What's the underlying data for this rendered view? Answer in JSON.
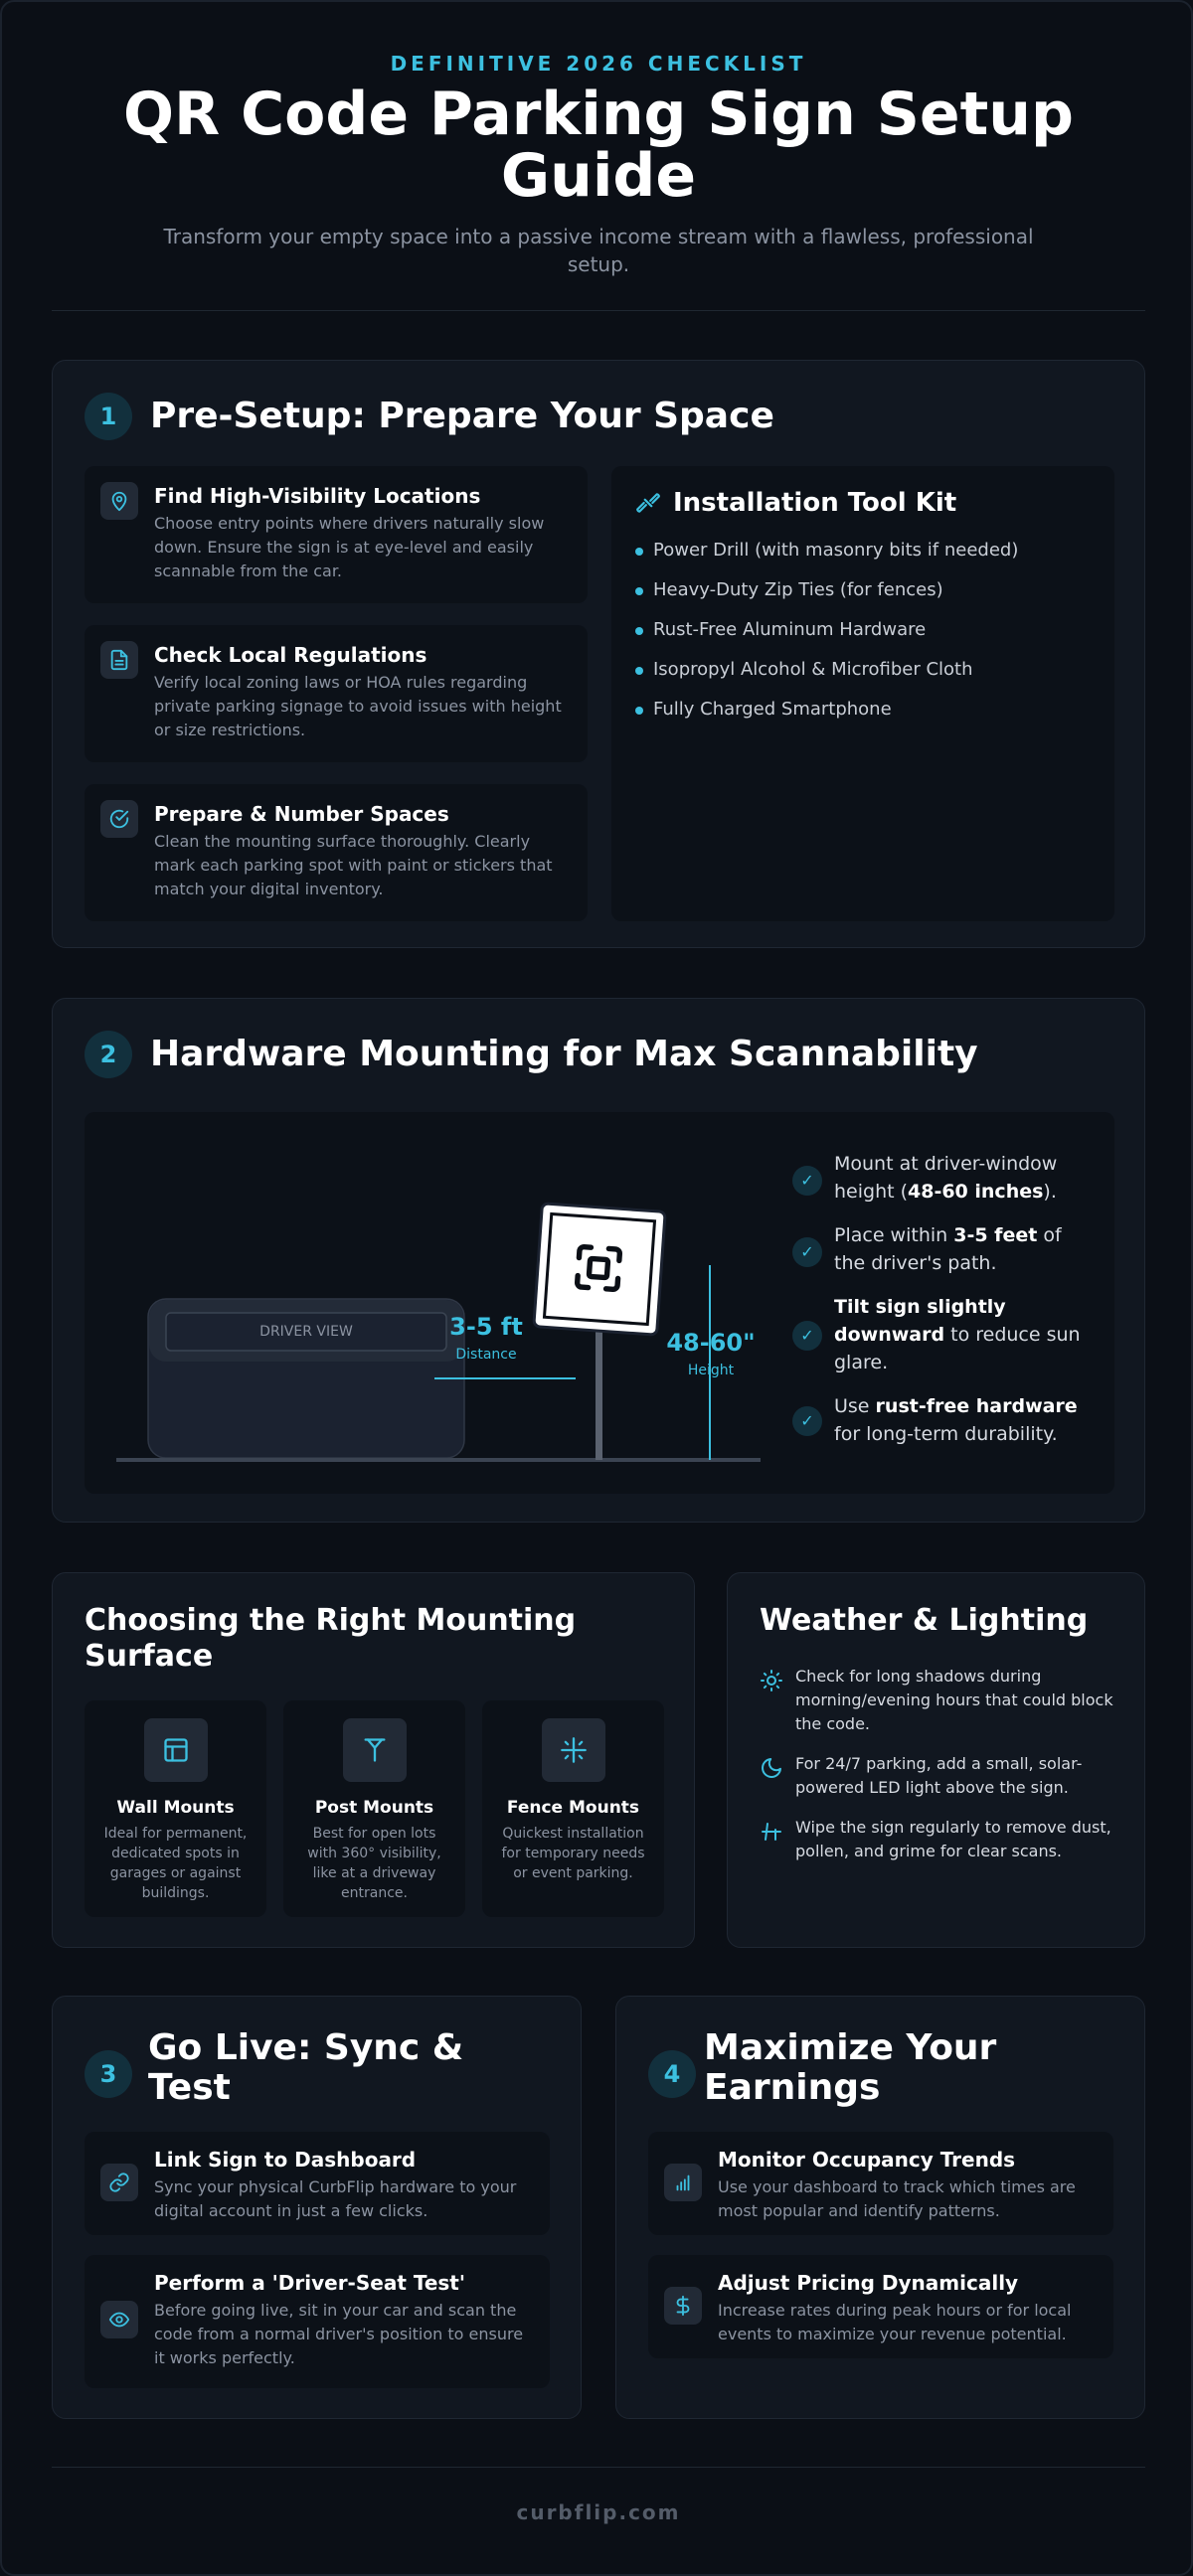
{
  "header": {
    "eyebrow": "DEFINITIVE 2026 CHECKLIST",
    "title": "QR Code Parking Sign Setup Guide",
    "subtitle": "Transform your empty space into a passive income stream with a flawless, professional setup."
  },
  "section1": {
    "number": "1",
    "title": "Pre-Setup: Prepare Your Space",
    "items": [
      {
        "icon": "map-pin-icon",
        "title": "Find High-Visibility Locations",
        "desc": "Choose entry points where drivers naturally slow down. Ensure the sign is at eye-level and easily scannable from the car."
      },
      {
        "icon": "document-icon",
        "title": "Check Local Regulations",
        "desc": "Verify local zoning laws or HOA rules regarding private parking signage to avoid issues with height or size restrictions."
      },
      {
        "icon": "check-circle-icon",
        "title": "Prepare & Number Spaces",
        "desc": "Clean the mounting surface thoroughly. Clearly mark each parking spot with paint or stickers that match your digital inventory."
      }
    ],
    "toolkit": {
      "icon": "tools-icon",
      "title": "Installation Tool Kit",
      "items": [
        "Power Drill (with masonry bits if needed)",
        "Heavy-Duty Zip Ties (for fences)",
        "Rust-Free Aluminum Hardware",
        "Isopropyl Alcohol & Microfiber Cloth",
        "Fully Charged Smartphone"
      ]
    }
  },
  "section2": {
    "number": "2",
    "title": "Hardware Mounting for Max Scannability",
    "diagram": {
      "driver_view": "DRIVER VIEW",
      "distance_value": "3-5 ft",
      "distance_label": "Distance",
      "height_value": "48-60\"",
      "height_label": "Height"
    },
    "tips": [
      {
        "pre": "Mount at driver-window height (",
        "bold": "48-60 inches",
        "post": ")."
      },
      {
        "pre": "Place within ",
        "bold": "3-5 feet",
        "post": " of the driver's path."
      },
      {
        "pre": "",
        "bold": "Tilt sign slightly downward",
        "post": " to reduce sun glare."
      },
      {
        "pre": "Use ",
        "bold": "rust-free hardware",
        "post": " for long-term durability."
      }
    ],
    "check_glyph": "✓"
  },
  "surface": {
    "title": "Choosing the Right Mounting Surface",
    "mounts": [
      {
        "icon": "wall-icon",
        "title": "Wall Mounts",
        "desc": "Ideal for permanent, dedicated spots in garages or against buildings."
      },
      {
        "icon": "post-icon",
        "title": "Post Mounts",
        "desc": "Best for open lots with 360° visibility, like at a driveway entrance."
      },
      {
        "icon": "fence-icon",
        "title": "Fence Mounts",
        "desc": "Quickest installation for temporary needs or event parking."
      }
    ]
  },
  "weather": {
    "title": "Weather & Lighting",
    "items": [
      {
        "icon": "sun-icon",
        "text": "Check for long shadows during morning/evening hours that could block the code."
      },
      {
        "icon": "moon-icon",
        "text": "For 24/7 parking, add a small, solar-powered LED light above the sign."
      },
      {
        "icon": "wipe-icon",
        "text": "Wipe the sign regularly to remove dust, pollen, and grime for clear scans."
      }
    ]
  },
  "section3": {
    "number": "3",
    "title": "Go Live: Sync & Test",
    "items": [
      {
        "icon": "link-icon",
        "title": "Link Sign to Dashboard",
        "desc": "Sync your physical CurbFlip hardware to your digital account in just a few clicks."
      },
      {
        "icon": "eye-icon",
        "title": "Perform a 'Driver-Seat Test'",
        "desc": "Before going live, sit in your car and scan the code from a normal driver's position to ensure it works perfectly."
      }
    ]
  },
  "section4": {
    "number": "4",
    "title": "Maximize Your Earnings",
    "items": [
      {
        "icon": "bar-chart-icon",
        "title": "Monitor Occupancy Trends",
        "desc": "Use your dashboard to track which times are most popular and identify patterns."
      },
      {
        "icon": "dollar-icon",
        "title": "Adjust Pricing Dynamically",
        "desc": "Increase rates during peak hours or for local events to maximize your revenue potential."
      }
    ]
  },
  "footer": {
    "text": "curbflip.com"
  },
  "colors": {
    "accent": "#3cc0e0",
    "background": "#0b0f16",
    "card": "#111720"
  }
}
